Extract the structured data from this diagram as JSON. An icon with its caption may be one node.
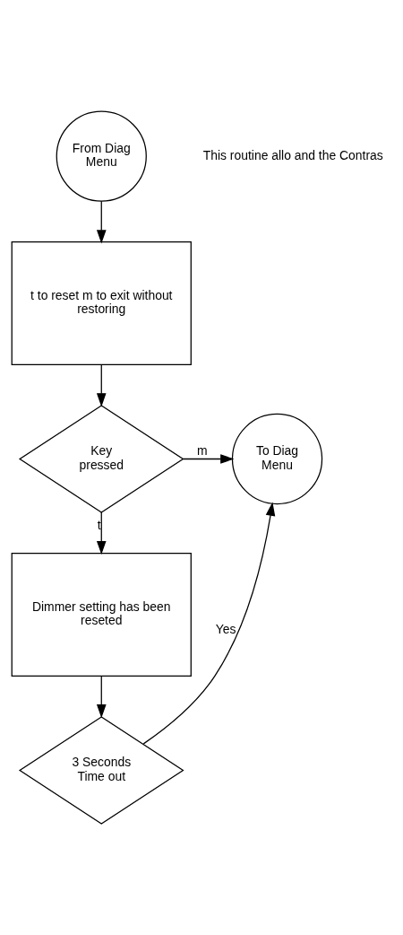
{
  "diagram": {
    "nodes": [
      {
        "text": [
          "From Diag Menu"
        ]
      },
      {
        "text": [
          "t to reset m to exit without restoring"
        ]
      },
      {
        "text": [
          "Key pressed"
        ]
      },
      {
        "text": [
          "To Diag Menu"
        ]
      },
      {
        "text": [
          "Dimmer setting has been reseted"
        ]
      },
      {
        "text": [
          "3 Seconds Time out"
        ]
      }
    ],
    "edges": [
      {
        "from": 0,
        "to": 1,
        "arrow": "to"
      },
      {
        "from": 1,
        "to": 2,
        "arrow": "to"
      },
      {
        "from": 2,
        "to": 3,
        "arrow": "to",
        "label": "m"
      },
      {
        "from": 2,
        "to": 4,
        "arrow": "to",
        "label": "t"
      },
      {
        "from": 4,
        "to": 5,
        "arrow": "to"
      },
      {
        "from": 5,
        "to": 3,
        "arrow": "to",
        "label": "Yes"
      }
    ],
    "labels": [
      "This routine allo and the Contras"
    ]
  }
}
